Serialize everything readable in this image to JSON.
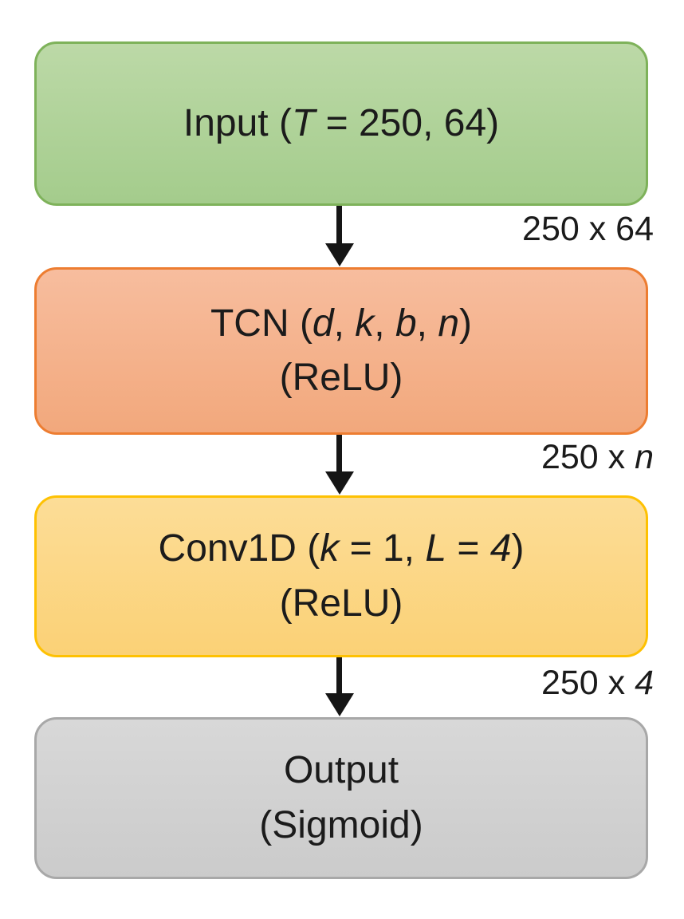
{
  "diagram": {
    "type": "flowchart",
    "direction": "top-to-bottom",
    "text_color": "#1b1b1b",
    "arrow_color": "#151515",
    "background": "#ffffff",
    "nodes": [
      {
        "id": "input",
        "colors": {
          "fill_top": "#bcd9a7",
          "fill_bottom": "#a4cc8c",
          "border": "#7eb25a"
        },
        "lines": [
          [
            {
              "t": "Input ("
            },
            {
              "t": "T",
              "i": true
            },
            {
              "t": " = 250, 64)"
            }
          ]
        ]
      },
      {
        "id": "tcn",
        "colors": {
          "fill_top": "#f7bd9e",
          "fill_bottom": "#f2a87c",
          "border": "#ed7d31"
        },
        "lines": [
          [
            {
              "t": "TCN ("
            },
            {
              "t": "d",
              "i": true
            },
            {
              "t": ", "
            },
            {
              "t": "k",
              "i": true
            },
            {
              "t": ", "
            },
            {
              "t": "b",
              "i": true
            },
            {
              "t": ", "
            },
            {
              "t": "n",
              "i": true
            },
            {
              "t": ")"
            }
          ],
          [
            {
              "t": "(ReLU)"
            }
          ]
        ]
      },
      {
        "id": "conv1d",
        "colors": {
          "fill_top": "#fcdd97",
          "fill_bottom": "#fbd176",
          "border": "#fec102"
        },
        "lines": [
          [
            {
              "t": "Conv1D ("
            },
            {
              "t": "k",
              "i": true
            },
            {
              "t": " = 1, "
            },
            {
              "t": "L",
              "i": true
            },
            {
              "t": " = "
            },
            {
              "t": "4",
              "i": true
            },
            {
              "t": ")"
            }
          ],
          [
            {
              "t": "(ReLU)"
            }
          ]
        ]
      },
      {
        "id": "output",
        "colors": {
          "fill_top": "#d8d8d8",
          "fill_bottom": "#cbcbcb",
          "border": "#a8a8a8"
        },
        "lines": [
          [
            {
              "t": "Output"
            }
          ],
          [
            {
              "t": "(Sigmoid)"
            }
          ]
        ]
      }
    ],
    "edges": [
      {
        "from": "input",
        "to": "tcn",
        "label": [
          {
            "t": "250 x 64"
          }
        ]
      },
      {
        "from": "tcn",
        "to": "conv1d",
        "label": [
          {
            "t": "250 x "
          },
          {
            "t": "n",
            "i": true
          }
        ]
      },
      {
        "from": "conv1d",
        "to": "output",
        "label": [
          {
            "t": "250 x "
          },
          {
            "t": "4",
            "i": true
          }
        ]
      }
    ]
  }
}
